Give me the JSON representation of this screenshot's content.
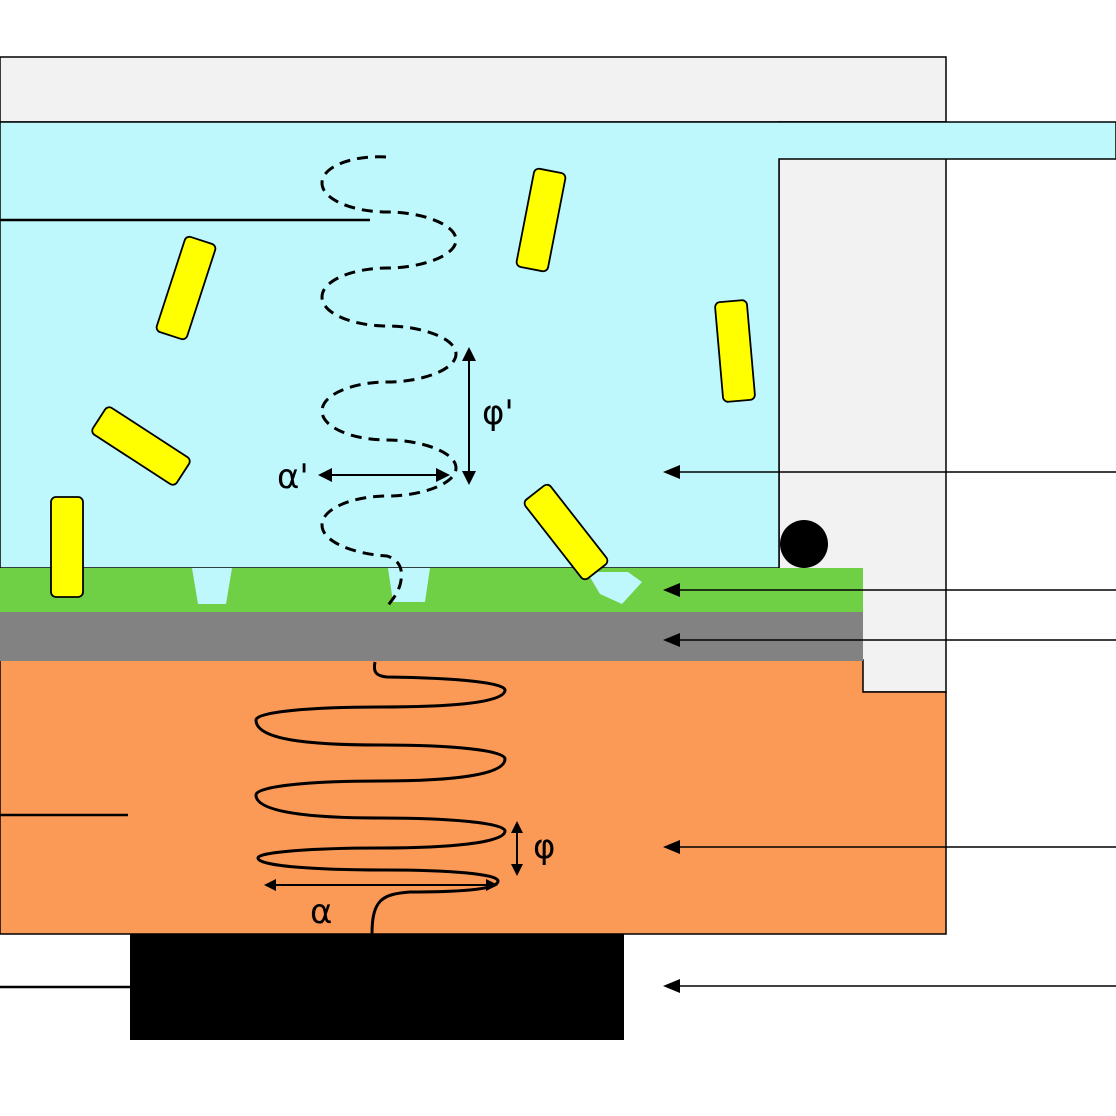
{
  "labels": {
    "alpha": "α",
    "phi": "φ",
    "alpha_prime": "α'",
    "phi_prime": "φ'"
  },
  "colors": {
    "liquid": "#bff8fc",
    "film": "#6fcf45",
    "interlayer": "#828282",
    "substrate": "#fb9957",
    "base": "#000000",
    "housing": "#f2f2f2",
    "particles": "#ffff00"
  }
}
